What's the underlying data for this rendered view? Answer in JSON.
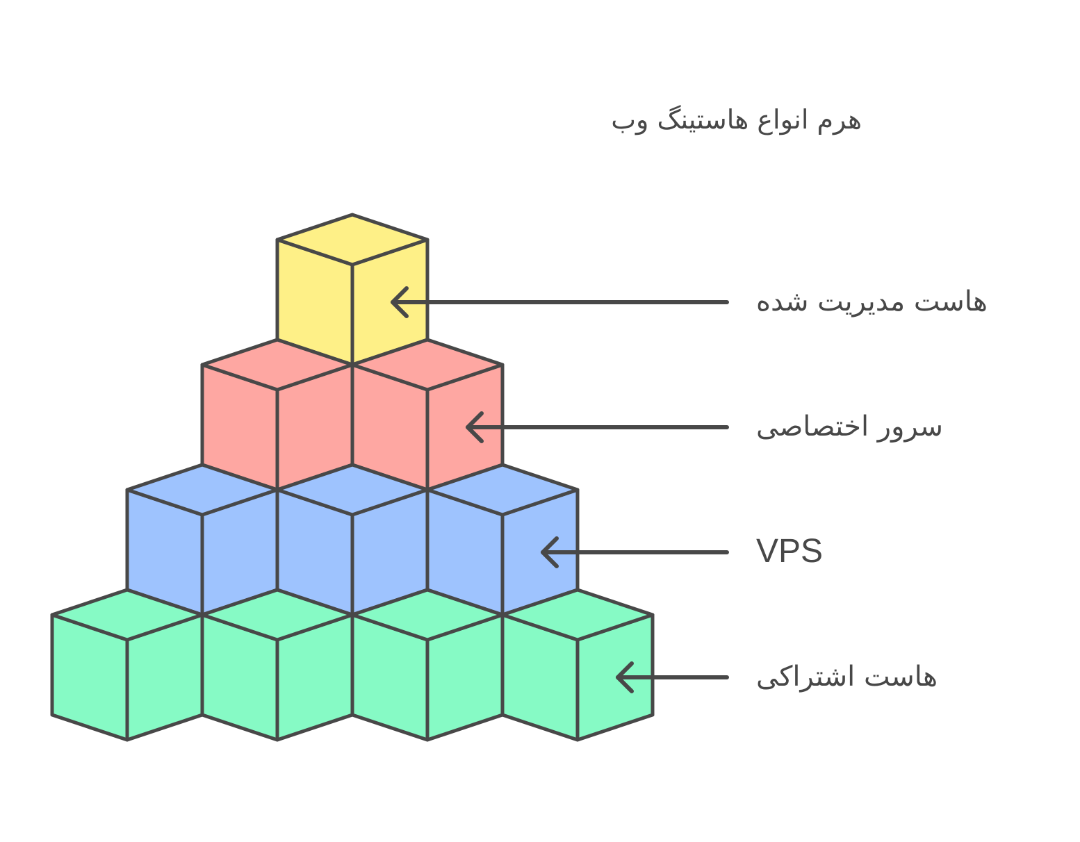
{
  "title": "هرم انواع هاستینگ وب",
  "levels": [
    {
      "label": "هاست مدیریت شده",
      "cubes": 1,
      "color": "#FEF087"
    },
    {
      "label": "سرور اختصاصی",
      "cubes": 2,
      "color": "#FEA7A2"
    },
    {
      "label": "VPS",
      "cubes": 3,
      "color": "#9EC3FE"
    },
    {
      "label": "هاست اشتراکی",
      "cubes": 4,
      "color": "#86FAC5"
    }
  ],
  "stroke_color": "#484848"
}
